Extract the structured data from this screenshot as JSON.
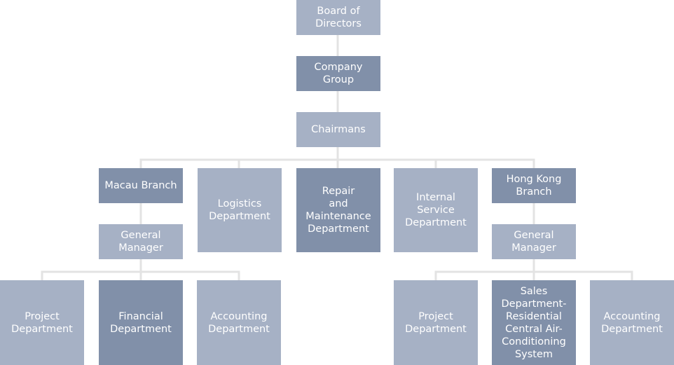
{
  "diagram": {
    "colors": {
      "light_box": "#a6b1c5",
      "dark_box": "#8190a9",
      "connector": "#e3e3e3",
      "text": "#ffffff"
    },
    "nodes": {
      "board": "Board of\nDirectors",
      "company_group": "Company\nGroup",
      "chairmans": "Chairmans",
      "macau_branch": "Macau Branch",
      "logistics": "Logistics\nDepartment",
      "repair": "Repair\nand\nMaintenance\nDepartment",
      "internal_service": "Internal\nService\nDepartment",
      "hongkong_branch": "Hong Kong\nBranch",
      "macau_gm": "General\nManager",
      "hongkong_gm": "General\nManager",
      "macau_project": "Project\nDepartment",
      "macau_financial": "Financial\nDepartment",
      "macau_accounting": "Accounting\nDepartment",
      "hk_project": "Project\nDepartment",
      "hk_sales": "Sales\nDepartment-\nResidential\nCentral Air-\nConditioning\nSystem",
      "hk_accounting": "Accounting\nDepartment"
    }
  }
}
